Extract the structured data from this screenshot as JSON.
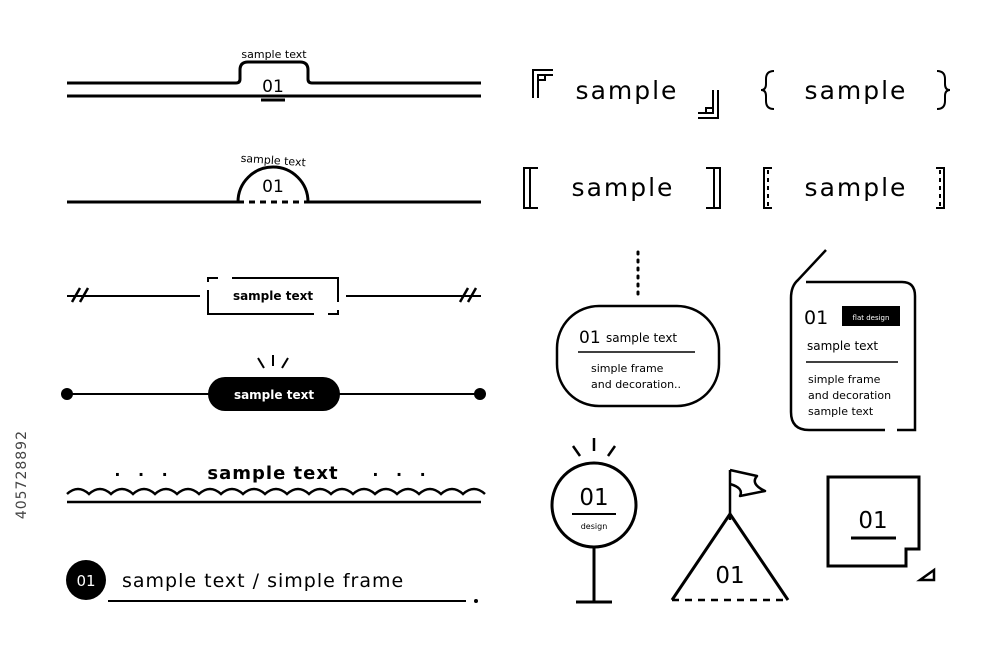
{
  "stock_id": "405728892",
  "frames": {
    "f1": {
      "caption": "sample text",
      "number": "01"
    },
    "f2": {
      "caption": "sample text",
      "number": "01"
    },
    "f3": {
      "label": "sample text"
    },
    "f4": {
      "label": "sample text"
    },
    "f5": {
      "label": "sample text",
      "dots": ". . ."
    },
    "f6": {
      "badge": "01",
      "text": "sample text / simple frame"
    },
    "b1": {
      "text": "sample"
    },
    "b2": {
      "text": "sample"
    },
    "b3": {
      "text": "sample"
    },
    "b4": {
      "text": "sample"
    },
    "card1": {
      "number": "01",
      "title": "sample text",
      "line1": "simple frame",
      "line2": "and decoration.."
    },
    "card2": {
      "number": "01",
      "tag": "flat design",
      "title": "sample text",
      "line1": "simple frame",
      "line2": "and decoration",
      "line3": "sample text"
    },
    "sign": {
      "number": "01",
      "sub": "design"
    },
    "tent": {
      "number": "01"
    },
    "square": {
      "number": "01"
    }
  }
}
